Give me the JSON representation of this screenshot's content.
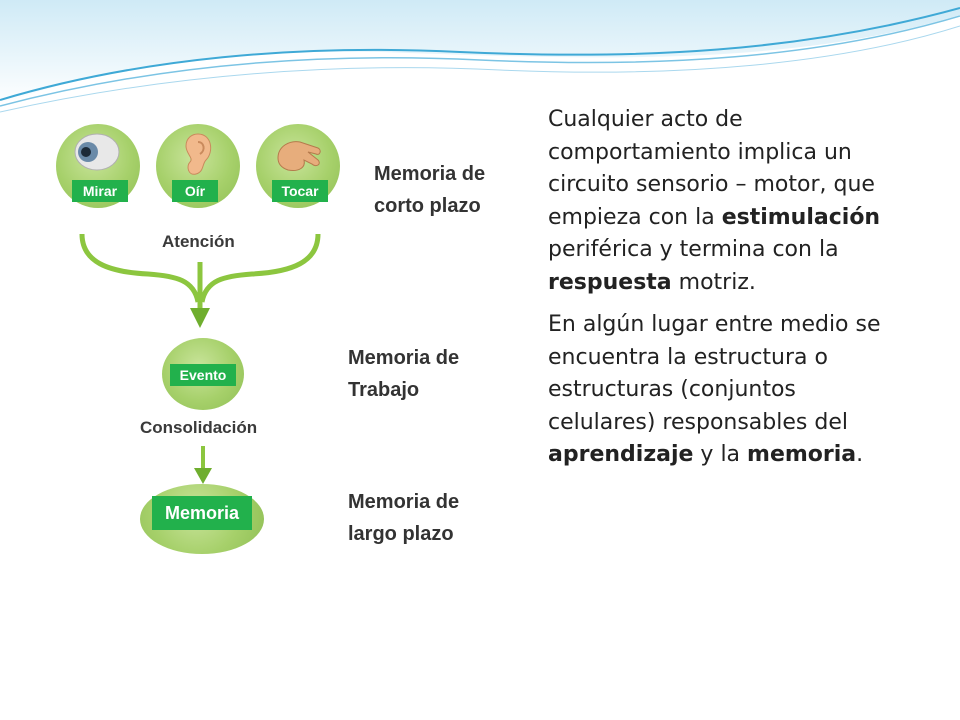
{
  "diagram": {
    "senses": [
      {
        "label": "Mirar",
        "icon": "eye-icon"
      },
      {
        "label": "Oír",
        "icon": "ear-icon"
      },
      {
        "label": "Tocar",
        "icon": "hand-icon"
      }
    ],
    "attention_label": "Atención",
    "event_label": "Evento",
    "consolidation_label": "Consolidación",
    "memory_label": "Memoria"
  },
  "memory_types": {
    "short_term": [
      "Memoria de",
      "corto plazo"
    ],
    "working": [
      "Memoria de",
      "Trabajo"
    ],
    "long_term": [
      "Memoria de",
      "largo plazo"
    ]
  },
  "paragraphs": [
    {
      "before": "Cualquier acto de comportamiento implica un circuito sensorio – motor, que empieza con la ",
      "bold1": "estimulación",
      "middle": " periférica y termina con la ",
      "bold2": "respuesta",
      "after": " motriz."
    },
    {
      "before": "En algún lugar entre medio se encuentra la estructura o estructuras (conjuntos celulares) responsables del ",
      "bold1": "aprendizaje",
      "middle": " y la ",
      "bold2": "memoria",
      "after": "."
    }
  ],
  "colors": {
    "tag_green": "#22b14c",
    "circle_green": "#a6d06a",
    "arrow_green": "#8cc63f",
    "wave_blue": "#3fa9d6"
  }
}
